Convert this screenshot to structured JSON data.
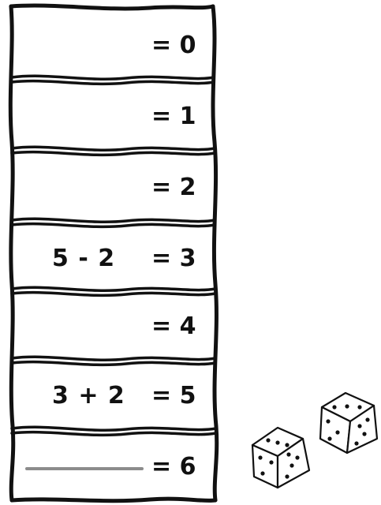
{
  "rows": [
    {
      "expr": "",
      "eq": "=",
      "value": "0"
    },
    {
      "expr": "",
      "eq": "=",
      "value": "1"
    },
    {
      "expr": "",
      "eq": "=",
      "value": "2"
    },
    {
      "expr": "5 - 2",
      "eq": "=",
      "value": "3"
    },
    {
      "expr": "",
      "eq": "=",
      "value": "4"
    },
    {
      "expr": "3 + 2",
      "eq": "=",
      "value": "5"
    },
    {
      "expr": "",
      "eq": "=",
      "value": "6"
    }
  ],
  "dice": [
    {
      "name": "die-left",
      "top_face_pips": 3,
      "front_face_pips": 4
    },
    {
      "name": "die-right",
      "top_face_pips": 3,
      "front_face_pips": 4
    }
  ],
  "colors": {
    "ink": "#111111",
    "answer_line": "#8c8c8c",
    "paper": "#ffffff"
  }
}
